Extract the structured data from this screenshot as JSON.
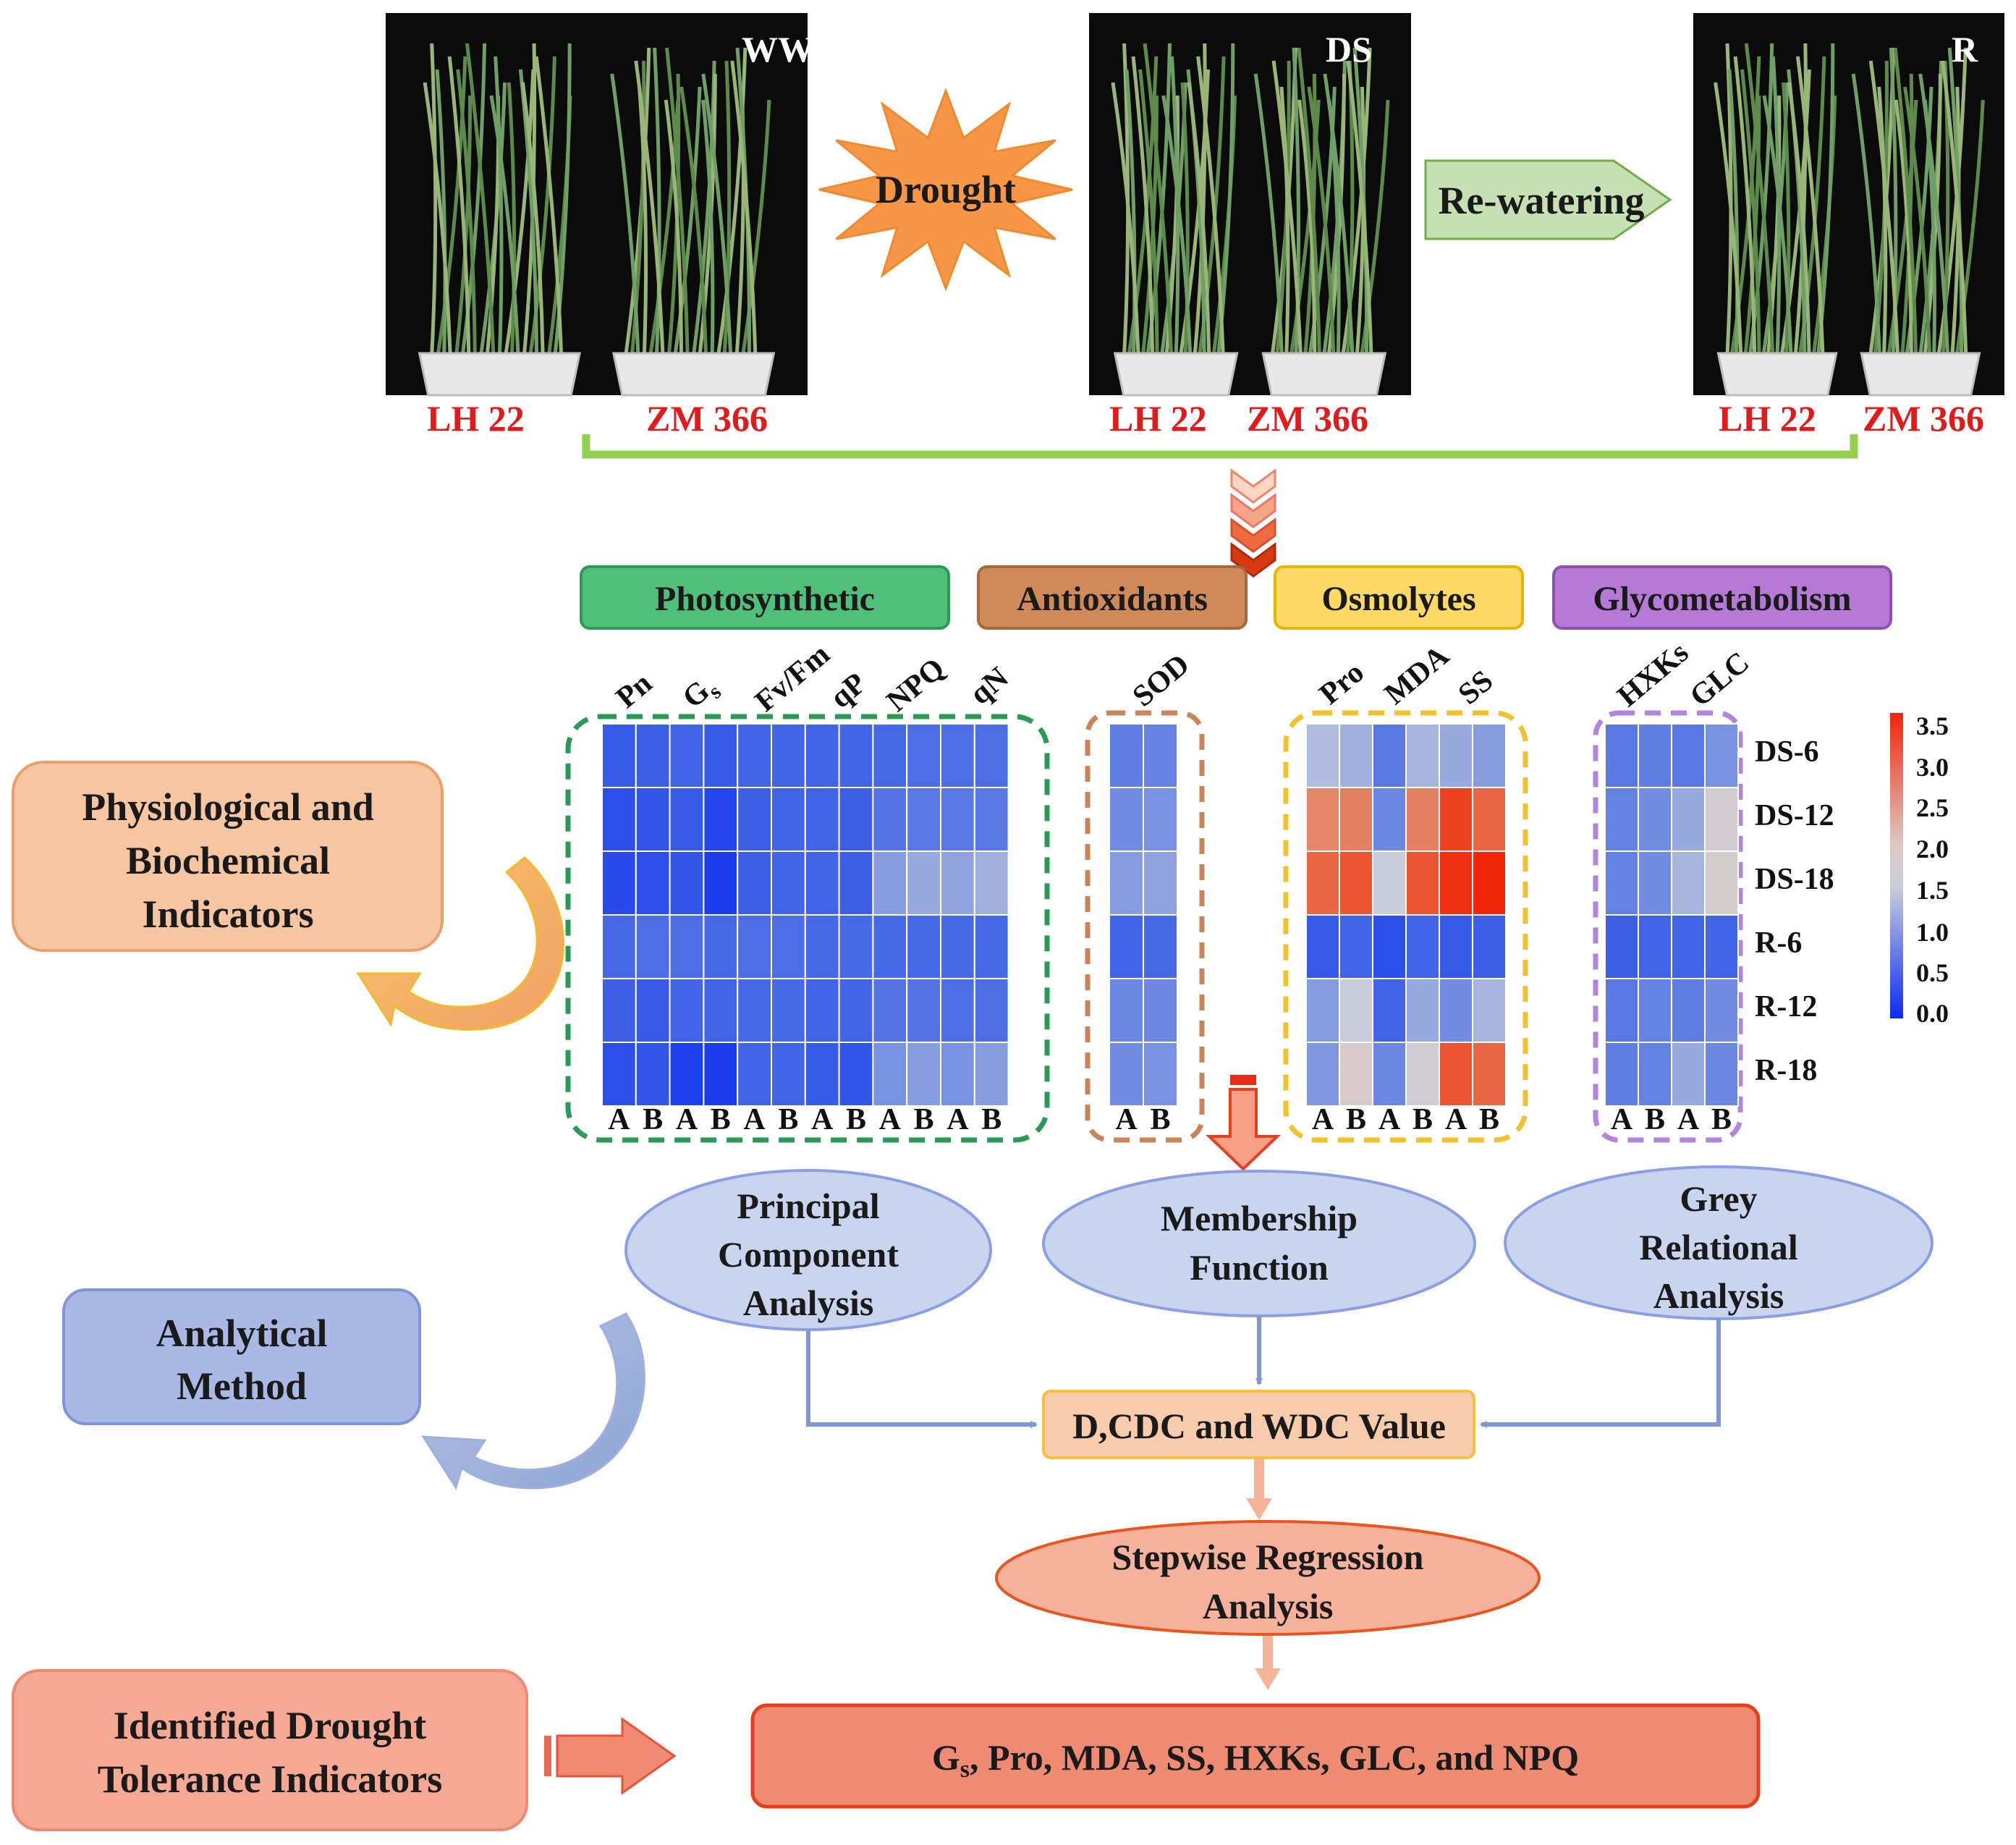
{
  "stages": [
    {
      "label": "WW",
      "varieties": [
        "LH 22",
        "ZM 366"
      ]
    },
    {
      "label": "DS",
      "varieties": [
        "LH 22",
        "ZM 366"
      ]
    },
    {
      "label": "R",
      "varieties": [
        "LH 22",
        "ZM 366"
      ]
    }
  ],
  "transitions": {
    "drought": "Drought",
    "rewatering": "Re-watering"
  },
  "categories": [
    {
      "label": "Photosynthetic",
      "color": "#4fc07a",
      "border": "#2a9a55"
    },
    {
      "label": "Antioxidants",
      "color": "#d08a5a",
      "border": "#a8683c"
    },
    {
      "label": "Osmolytes",
      "color": "#ffd966",
      "border": "#e8b400"
    },
    {
      "label": "Glycometabolism",
      "color": "#b57ad6",
      "border": "#8e4fb3"
    }
  ],
  "heatmap": {
    "col_labels": {
      "photosynthetic": [
        "Pn",
        "Gs",
        "Fv/Fm",
        "qP",
        "NPQ",
        "qN"
      ],
      "antioxidants": [
        "SOD"
      ],
      "osmolytes": [
        "Pro",
        "MDA",
        "SS"
      ],
      "glycometabolism": [
        "HXKs",
        "GLC"
      ]
    },
    "ab": [
      "A",
      "B"
    ],
    "row_labels": [
      "DS-6",
      "DS-12",
      "DS-18",
      "R-6",
      "R-12",
      "R-18"
    ],
    "scale_ticks": [
      "3.5",
      "3.0",
      "2.5",
      "2.0",
      "1.5",
      "1.0",
      "0.5",
      "0.0"
    ],
    "scale_range": [
      0,
      3.5
    ],
    "values": {
      "photosynthetic": [
        [
          0.45,
          0.5,
          0.55,
          0.45,
          0.55,
          0.55,
          0.55,
          0.55,
          0.6,
          0.65,
          0.65,
          0.65
        ],
        [
          0.35,
          0.4,
          0.45,
          0.25,
          0.5,
          0.55,
          0.55,
          0.5,
          0.7,
          0.75,
          0.75,
          0.75
        ],
        [
          0.3,
          0.35,
          0.4,
          0.15,
          0.5,
          0.55,
          0.55,
          0.5,
          1.1,
          1.2,
          1.15,
          1.25
        ],
        [
          0.6,
          0.65,
          0.65,
          0.6,
          0.65,
          0.65,
          0.6,
          0.6,
          0.6,
          0.6,
          0.6,
          0.6
        ],
        [
          0.5,
          0.45,
          0.55,
          0.55,
          0.6,
          0.6,
          0.55,
          0.55,
          0.7,
          0.7,
          0.65,
          0.65
        ],
        [
          0.35,
          0.4,
          0.2,
          0.15,
          0.55,
          0.55,
          0.45,
          0.4,
          1.0,
          1.1,
          1.0,
          1.1
        ]
      ],
      "antioxidants": [
        [
          0.8,
          0.85
        ],
        [
          0.95,
          1.0
        ],
        [
          1.1,
          1.15
        ],
        [
          0.55,
          0.6
        ],
        [
          0.9,
          0.9
        ],
        [
          0.95,
          1.0
        ]
      ],
      "osmolytes": [
        [
          1.35,
          1.25,
          0.75,
          1.3,
          1.2,
          1.1
        ],
        [
          2.55,
          2.6,
          0.9,
          2.6,
          3.2,
          2.85
        ],
        [
          2.85,
          3.0,
          1.5,
          3.0,
          3.4,
          3.6
        ],
        [
          0.45,
          0.55,
          0.35,
          0.55,
          0.45,
          0.5
        ],
        [
          1.1,
          1.5,
          0.55,
          1.2,
          0.95,
          1.3
        ],
        [
          1.05,
          1.85,
          0.9,
          1.65,
          3.0,
          2.85
        ]
      ],
      "glycometabolism": [
        [
          0.75,
          0.8,
          0.75,
          1.0
        ],
        [
          0.85,
          0.95,
          1.2,
          1.75
        ],
        [
          0.85,
          0.95,
          1.3,
          1.8
        ],
        [
          0.5,
          0.55,
          0.55,
          0.55
        ],
        [
          0.75,
          0.85,
          0.8,
          0.95
        ],
        [
          0.8,
          0.85,
          1.2,
          0.9
        ]
      ]
    }
  },
  "side_boxes": {
    "physiological": [
      "Physiological and",
      "Biochemical",
      "Indicators"
    ],
    "analytical": [
      "Analytical",
      "Method"
    ],
    "identified": [
      "Identified Drought",
      "Tolerance Indicators"
    ]
  },
  "methods": {
    "pca": [
      "Principal",
      "Component",
      "Analysis"
    ],
    "membership": [
      "Membership",
      "Function"
    ],
    "grey": [
      "Grey",
      "Relational",
      "Analysis"
    ]
  },
  "d_value": "D,CDC and WDC Value",
  "stepwise": [
    "Stepwise Regression",
    "Analysis"
  ],
  "result": {
    "gs_main": "G",
    "gs_sub": "s",
    "rest": ", Pro, MDA, SS, HXKs, GLC, and NPQ"
  },
  "colors": {
    "arrow_green": "#92d050",
    "method_fill": "#c9d5ef",
    "method_border": "#8c9ee6",
    "d_value_fill": "#f8cbad",
    "d_value_border": "#f5c040",
    "stepwise_fill": "#f4b29c",
    "stepwise_border": "#e8551e",
    "result_fill": "#ef8b72",
    "result_border": "#e8401e",
    "physio_fill": "#f6c6a2",
    "analytical_fill": "#aab8e6",
    "identified_fill": "#f5a894"
  }
}
